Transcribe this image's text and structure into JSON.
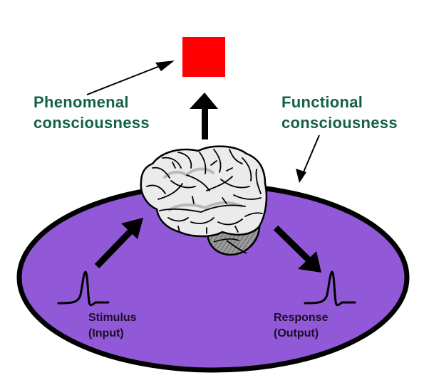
{
  "diagram": {
    "title": "Phenomenal vs Functional consciousness",
    "labels": {
      "phenomenal": [
        "Phenomenal",
        "consciousness"
      ],
      "functional": [
        "Functional",
        "consciousness"
      ],
      "stimulus": [
        "Stimulus",
        "(Input)"
      ],
      "response": [
        "Response",
        "(Output)"
      ]
    },
    "nodes": [
      {
        "id": "qualia",
        "shape": "square",
        "icon": "red-square-icon",
        "color": "#ff0000"
      },
      {
        "id": "brain",
        "icon": "brain-icon"
      },
      {
        "id": "stimulus",
        "icon": "spike-waveform-icon"
      },
      {
        "id": "response",
        "icon": "spike-waveform-icon"
      },
      {
        "id": "functional-field",
        "shape": "ellipse",
        "color": "#9159d8"
      }
    ],
    "edges": [
      {
        "from": "stimulus",
        "to": "brain",
        "style": "thick-arrow"
      },
      {
        "from": "brain",
        "to": "response",
        "style": "thick-arrow"
      },
      {
        "from": "brain",
        "to": "qualia",
        "style": "thick-arrow"
      },
      {
        "from": "phenomenal-label",
        "to": "qualia",
        "style": "thin-arrow"
      },
      {
        "from": "functional-label",
        "to": "functional-field",
        "style": "thin-arrow"
      }
    ],
    "colors": {
      "label_green": "#13614b",
      "ellipse_fill": "#9159d8",
      "qualia_red": "#ff0000",
      "outline": "#000000"
    }
  }
}
